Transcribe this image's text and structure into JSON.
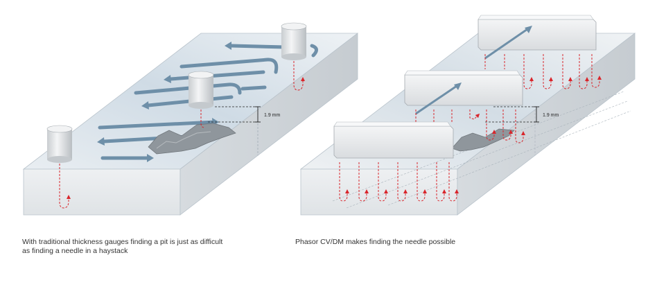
{
  "left_panel": {
    "measurement_label": "1.9 mm",
    "caption": "With traditional thickness gauges finding a pit is just as difficult as finding a needle in a haystack"
  },
  "right_panel": {
    "measurement_label": "1.9 mm",
    "caption": "Phasor CV/DM makes finding the needle possible"
  },
  "colors": {
    "block_top": "#d8e2ea",
    "block_side": "#e6e9ec",
    "flow_arrow": "#6e8fa8",
    "ultrasound_path": "#d9252b",
    "pit": "#8f969c"
  },
  "icons": {
    "probe": "cylinder-probe-icon",
    "array_probe": "rectangular-array-probe-icon"
  }
}
